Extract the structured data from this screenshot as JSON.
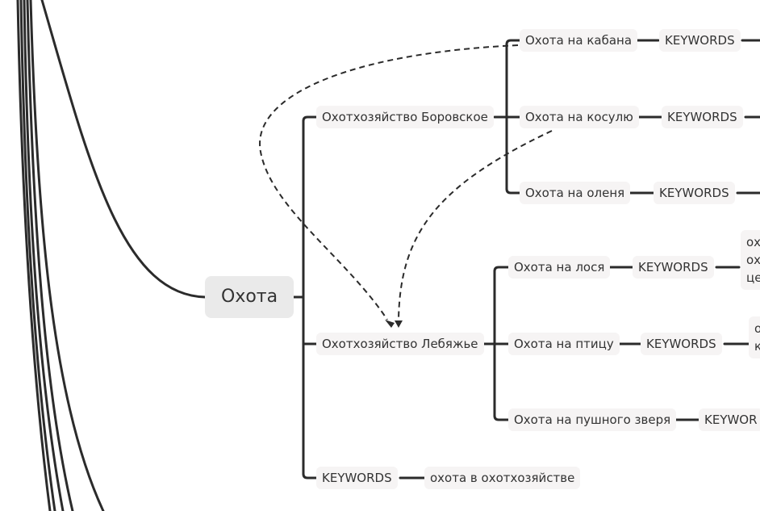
{
  "root": "Охота",
  "branches": {
    "borovskoe": {
      "label": "Охотхозяйство Боровское",
      "items": {
        "kaban": {
          "label": "Охота на кабана",
          "kw": "KEYWORDS"
        },
        "kosulya": {
          "label": "Охота на косулю",
          "kw": "KEYWORDS"
        },
        "olen": {
          "label": "Охота на оленя",
          "kw": "KEYWORDS"
        }
      }
    },
    "lebyazhye": {
      "label": "Охотхозяйство Лебяжье",
      "items": {
        "los": {
          "label": "Охота на лося",
          "kw": "KEYWORDS",
          "note_lines": [
            "ох",
            "ох",
            "це"
          ]
        },
        "ptica": {
          "label": "Охота на птицу",
          "kw": "KEYWORDS",
          "note_lines": [
            "о",
            "к"
          ]
        },
        "pushnoy": {
          "label": "Охота на пушного зверя",
          "kw": "KEYWOR"
        }
      }
    },
    "keywords": {
      "label": "KEYWORDS",
      "value": "охота в охотхозяйстве"
    }
  },
  "colors": {
    "line": "#2b2b2b",
    "node_bg": "#f6f4f4",
    "root_bg": "#eaeaea"
  }
}
